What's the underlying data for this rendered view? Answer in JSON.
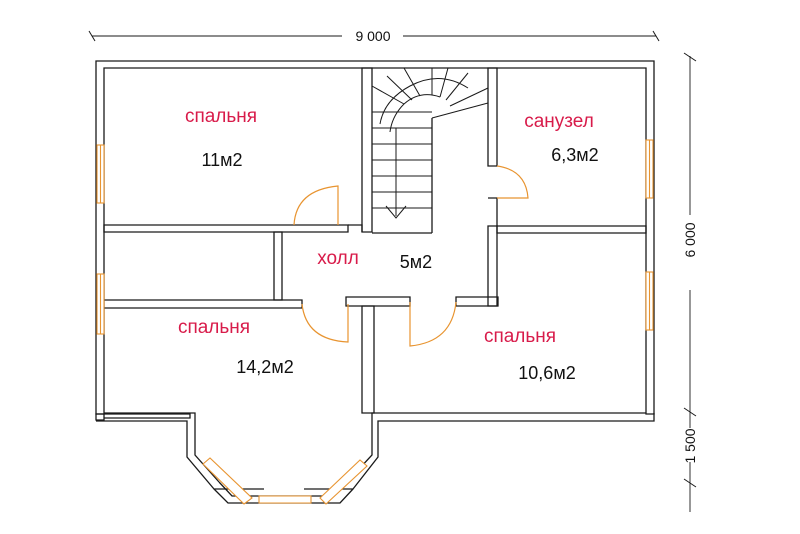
{
  "dimensions": {
    "width": "9 000",
    "depth": "6 000",
    "bay": "1 500"
  },
  "rooms": [
    {
      "name": "спальня",
      "area": "11м2"
    },
    {
      "name": "санузел",
      "area": "6,3м2"
    },
    {
      "name": "холл",
      "area": "5м2"
    },
    {
      "name": "спальня",
      "area": "14,2м2"
    },
    {
      "name": "спальня",
      "area": "10,6м2"
    }
  ],
  "colors": {
    "walls": "#1a1a1a",
    "doors_windows": "#e89430",
    "room_names": "#d81b4a",
    "areas": "#111111"
  }
}
